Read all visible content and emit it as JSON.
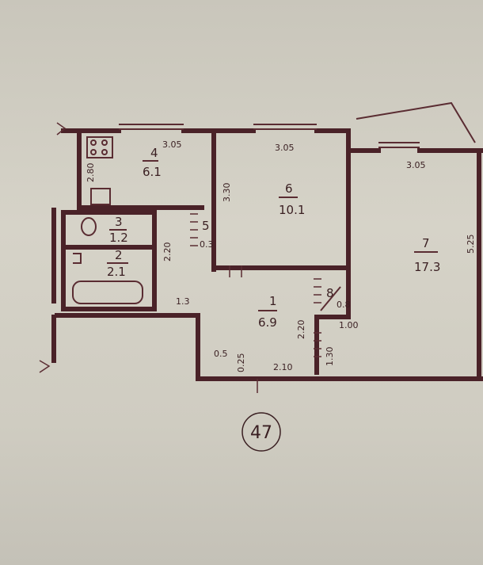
{
  "rooms": [
    {
      "number": "1",
      "area": "6.9"
    },
    {
      "number": "2",
      "area": "2.1"
    },
    {
      "number": "3",
      "area": "1.2"
    },
    {
      "number": "4",
      "area": "6.1"
    },
    {
      "number": "5",
      "area": "0.3"
    },
    {
      "number": "6",
      "area": "10.1"
    },
    {
      "number": "7",
      "area": "17.3"
    },
    {
      "number": "8",
      "area": "0.8"
    }
  ],
  "dimensions": {
    "kitchen_top": "3.05",
    "room6_top": "3.05",
    "room7_top": "3.05",
    "kitchen_side": "2.80",
    "room6_side": "3.30",
    "room7_side": "5.25",
    "bath_height": "2.20",
    "hall_left": "1.3",
    "hall_side": "2.20",
    "closet_width": "1.00",
    "closet_height": "1.30",
    "entry_left": "0.5",
    "entry_small": "0.25",
    "entry_bottom": "2.10"
  },
  "apartment_number": "47",
  "colors": {
    "ink": "#4a2228",
    "paper": "#d2cfc4"
  }
}
